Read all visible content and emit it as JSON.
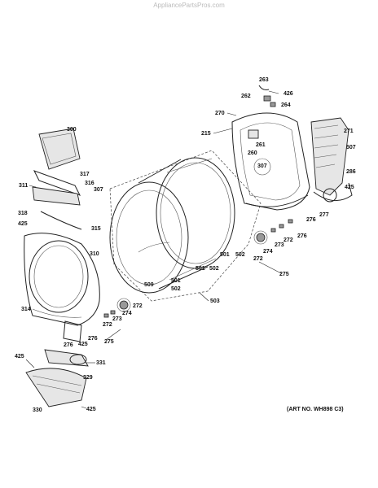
{
  "watermark": "AppliancePartsPros.com",
  "art_number": "(ART NO. WH898 C3)",
  "callouts": {
    "c263": "263",
    "c426": "426",
    "c262": "262",
    "c264": "264",
    "c270": "270",
    "c215": "215",
    "c271": "271",
    "c261": "261",
    "c260": "260",
    "c307a": "307",
    "c507": "507",
    "c286": "286",
    "c425a": "425",
    "c276a": "276",
    "c277": "277",
    "c276b": "276",
    "c300": "300",
    "c317": "317",
    "c316": "316",
    "c311": "311",
    "c307b": "307",
    "c318": "318",
    "c425b": "425",
    "c315": "315",
    "c310": "310",
    "c501a": "501",
    "c502a": "502",
    "c501b": "501",
    "c502b": "502",
    "c509": "509",
    "c501c": "501",
    "c502c": "502",
    "c503": "503",
    "c272a": "272",
    "c274a": "274",
    "c273a": "273",
    "c272b": "272",
    "c275a": "275",
    "c314": "314",
    "c274b": "274",
    "c272c": "272",
    "c273b": "273",
    "c272d": "272",
    "c276c": "276",
    "c425c": "425",
    "c275b": "275",
    "c276d": "276",
    "c425d": "425",
    "c331": "331",
    "c329": "329",
    "c330": "330",
    "c425e": "425"
  }
}
